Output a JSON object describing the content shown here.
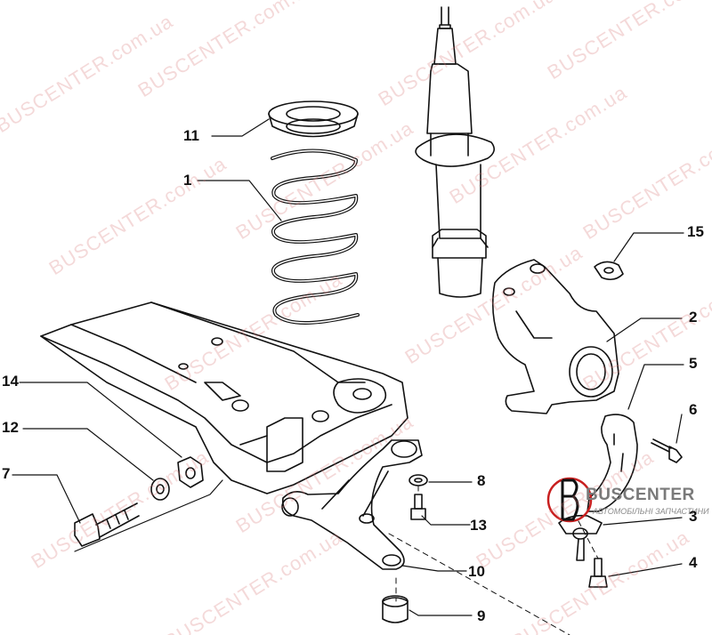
{
  "diagram": {
    "callouts": {
      "c11": "11",
      "c1": "1",
      "c15": "15",
      "c2": "2",
      "c5": "5",
      "c6": "6",
      "c14": "14",
      "c12": "12",
      "c7": "7",
      "c8": "8",
      "c13": "13",
      "c3": "3",
      "c10": "10",
      "c4": "4",
      "c9": "9"
    },
    "watermark_text": "BUSCENTER.com.ua",
    "logo": {
      "name": "BUSCENTER",
      "tagline": "АВТОМОБІЛЬНІ ЗАПЧАСТИНИ"
    },
    "colors": {
      "line": "#111111",
      "watermark": "#d67878",
      "logo_accent": "#c82020"
    }
  }
}
